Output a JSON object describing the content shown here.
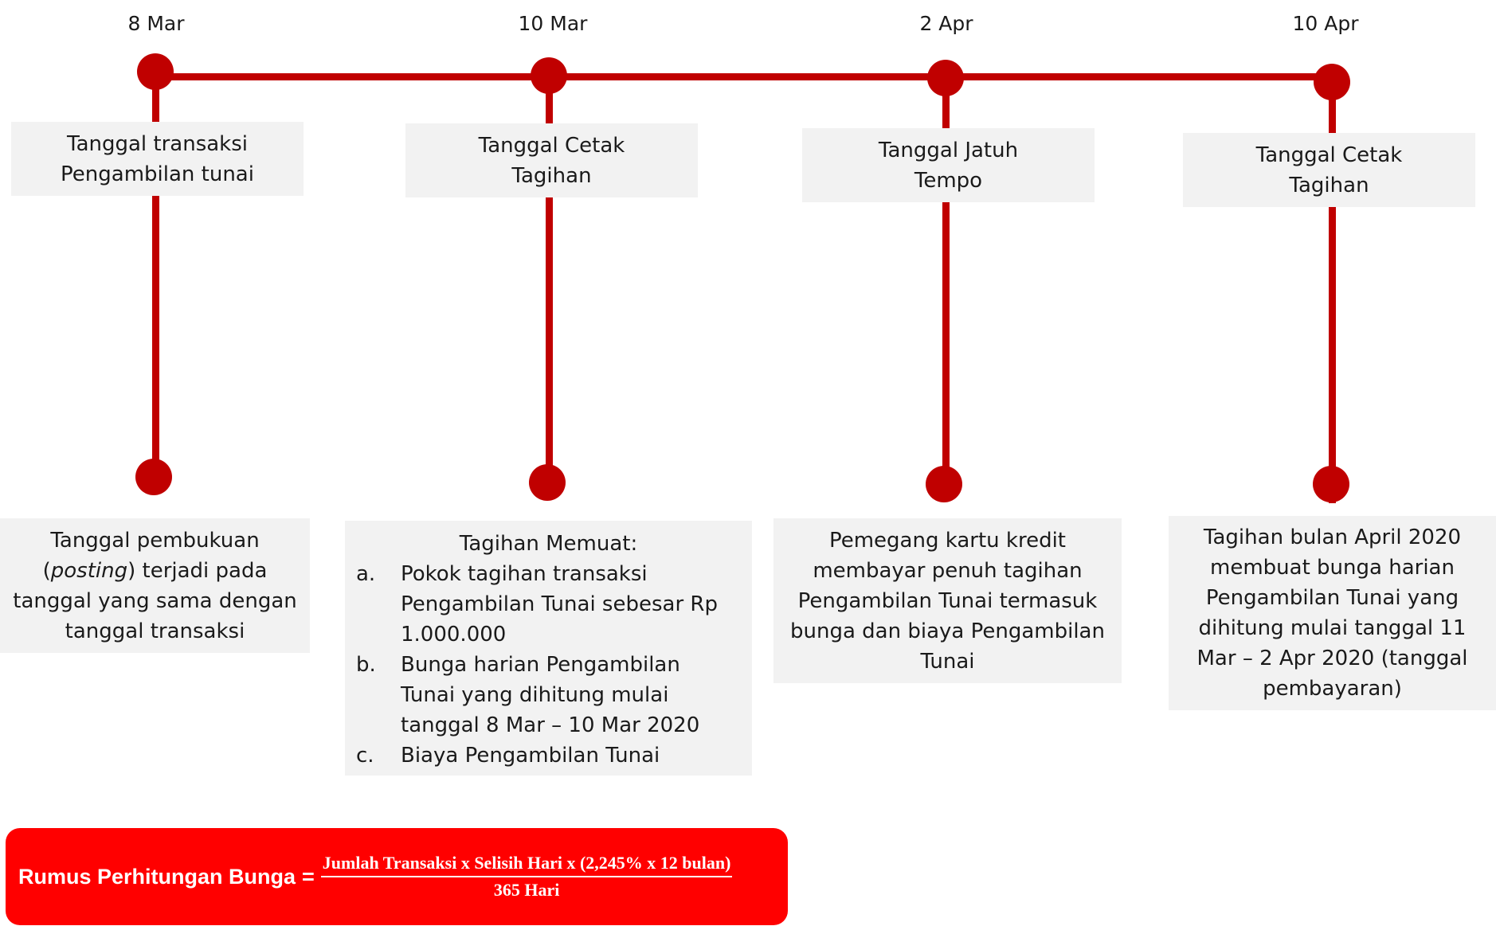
{
  "timeline": {
    "accent_color": "#c00000",
    "milestones": [
      {
        "date": "8 Mar",
        "top_label": [
          "Tanggal transaksi",
          "Pengambilan tunai"
        ],
        "bottom_note": [
          "Tanggal pembukuan",
          "terjadi pada",
          "tanggal yang sama dengan",
          "tanggal transaksi"
        ],
        "bottom_note_italic": "posting"
      },
      {
        "date": "10 Mar",
        "top_label": [
          "Tanggal Cetak",
          "Tagihan"
        ],
        "bottom_note_heading": "Tagihan Memuat:",
        "bottom_note_items": [
          {
            "marker": "a.",
            "text": "Pokok tagihan transaksi Pengambilan Tunai sebesar Rp 1.000.000"
          },
          {
            "marker": "b.",
            "text": "Bunga harian Pengambilan Tunai yang dihitung mulai tanggal 8 Mar – 10 Mar 2020"
          },
          {
            "marker": "c.",
            "text": "Biaya Pengambilan Tunai"
          }
        ]
      },
      {
        "date": "2 Apr",
        "top_label": [
          "Tanggal Jatuh",
          "Tempo"
        ],
        "bottom_note": [
          "Pemegang kartu kredit",
          "membayar penuh tagihan",
          "Pengambilan Tunai termasuk",
          "bunga dan biaya Pengambilan",
          "Tunai"
        ]
      },
      {
        "date": "10 Apr",
        "top_label": [
          "Tanggal Cetak",
          "Tagihan"
        ],
        "bottom_note": [
          "Tagihan bulan April 2020",
          "membuat bunga harian",
          "Pengambilan Tunai yang",
          "dihitung mulai tanggal 11",
          "Mar – 2 Apr 2020 (tanggal",
          "pembayaran)"
        ]
      }
    ]
  },
  "formula": {
    "label": "Rumus Perhitungan Bunga",
    "equals": "=",
    "numerator": "Jumlah Transaksi x Selisih Hari x (2,245% x 12 bulan)",
    "denominator": "365 Hari",
    "background_color": "#ff0000"
  }
}
